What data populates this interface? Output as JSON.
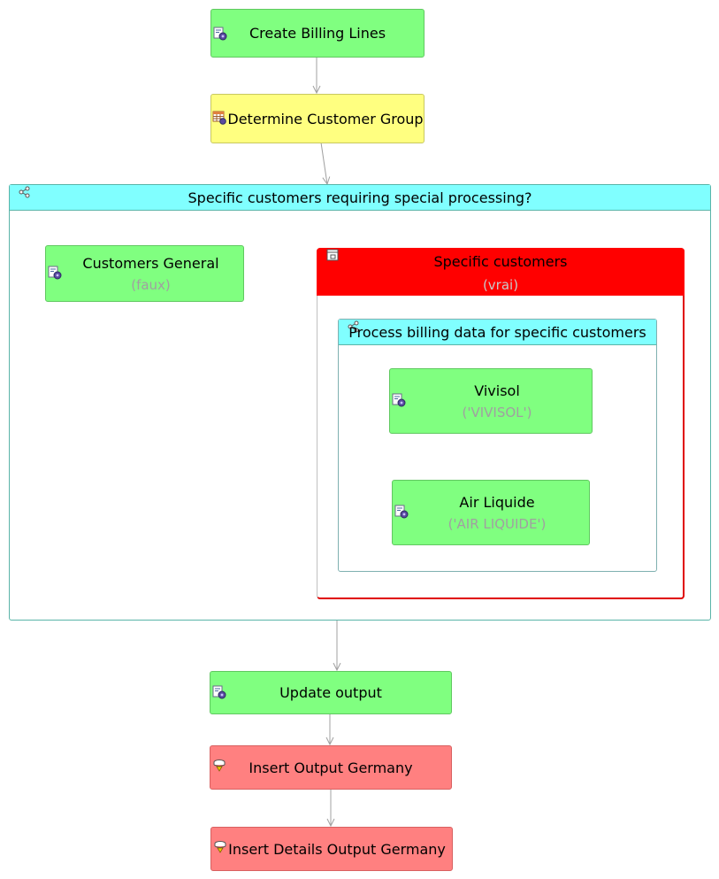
{
  "nodes": {
    "create_billing_lines": "Create Billing Lines",
    "determine_customer_group": "Determine Customer Group",
    "specific_customers_decision": "Specific customers requiring special processing?",
    "customers_general": {
      "title": "Customers General",
      "condition": "(faux)"
    },
    "specific_customers": {
      "title": "Specific customers",
      "condition": "(vrai)"
    },
    "process_billing_data": "Process billing data for specific customers",
    "vivisol": {
      "title": "Vivisol",
      "condition": "('VIVISOL')"
    },
    "air_liquide": {
      "title": "Air Liquide",
      "condition": "('AIR LIQUIDE')"
    },
    "update_output": "Update output",
    "insert_output_germany": "Insert Output Germany",
    "insert_details_output_germany": "Insert Details Output Germany"
  },
  "colors": {
    "action": "#80ff80",
    "rule_table": "#ffff80",
    "decision_header": "#80ffff",
    "branch_header": "#ff0000",
    "insert": "#ff8080",
    "edge": "#a0a0a0"
  },
  "icons": {
    "action": "script-gear-icon",
    "rule_table": "table-gear-icon",
    "decision": "branch-icon",
    "branch": "window-icon",
    "insert": "database-insert-icon"
  }
}
